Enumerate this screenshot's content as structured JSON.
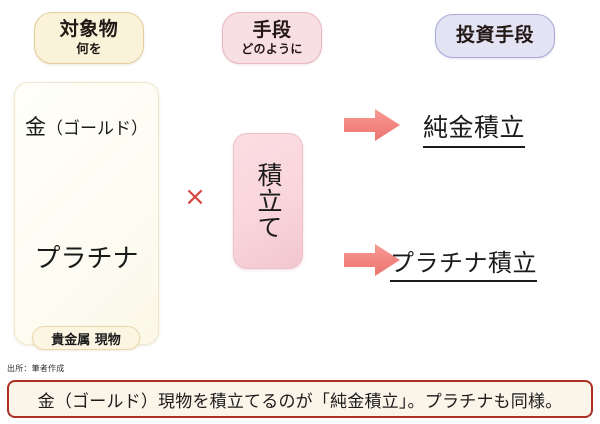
{
  "headers": [
    {
      "name": "target",
      "main": "対象物",
      "sub": "何を"
    },
    {
      "name": "method",
      "main": "手段",
      "sub": "どのように"
    },
    {
      "name": "vehicle",
      "main": "投資手段",
      "sub": ""
    }
  ],
  "asset_box": {
    "gold_label": "金",
    "gold_paren": "（ゴールド）",
    "platinum_label": "プラチナ",
    "tag": "貴金属 現物"
  },
  "operator": {
    "symbol": "×",
    "name": "multiplication-sign"
  },
  "method_box": {
    "label": "積立て",
    "orientation": "vertical"
  },
  "arrows": [
    {
      "name": "arrow-to-gold-accumulation",
      "direction": "right"
    },
    {
      "name": "arrow-to-platinum-accumulation",
      "direction": "right"
    }
  ],
  "results": [
    {
      "name": "gold-accumulation",
      "label": "純金積立"
    },
    {
      "name": "platinum-accumulation",
      "label": "プラチナ積立"
    }
  ],
  "source_note": "出所：筆者作成",
  "caption": "金（ゴールド）現物を積立てるのが「純金積立」。プラチナも同様。",
  "colors": {
    "pill_target_bg": "#fbf2da",
    "pill_target_border": "#e3cf9a",
    "pill_method_bg": "#f8dfe3",
    "pill_method_border": "#e8b7c0",
    "pill_vehicle_bg": "#e3e3f4",
    "pill_vehicle_border": "#a9a9d8",
    "asset_box_bg": "#fffef9",
    "asset_box_border": "#efe8cf",
    "method_box_bg": "#f9d6dc",
    "method_box_border": "#efc2cb",
    "arrow_fill": "#f2847e",
    "times_symbol": "#d8453f",
    "caption_border": "#ad2f23",
    "caption_bg": "#fbf4e8",
    "text": "#1b1b1b"
  }
}
